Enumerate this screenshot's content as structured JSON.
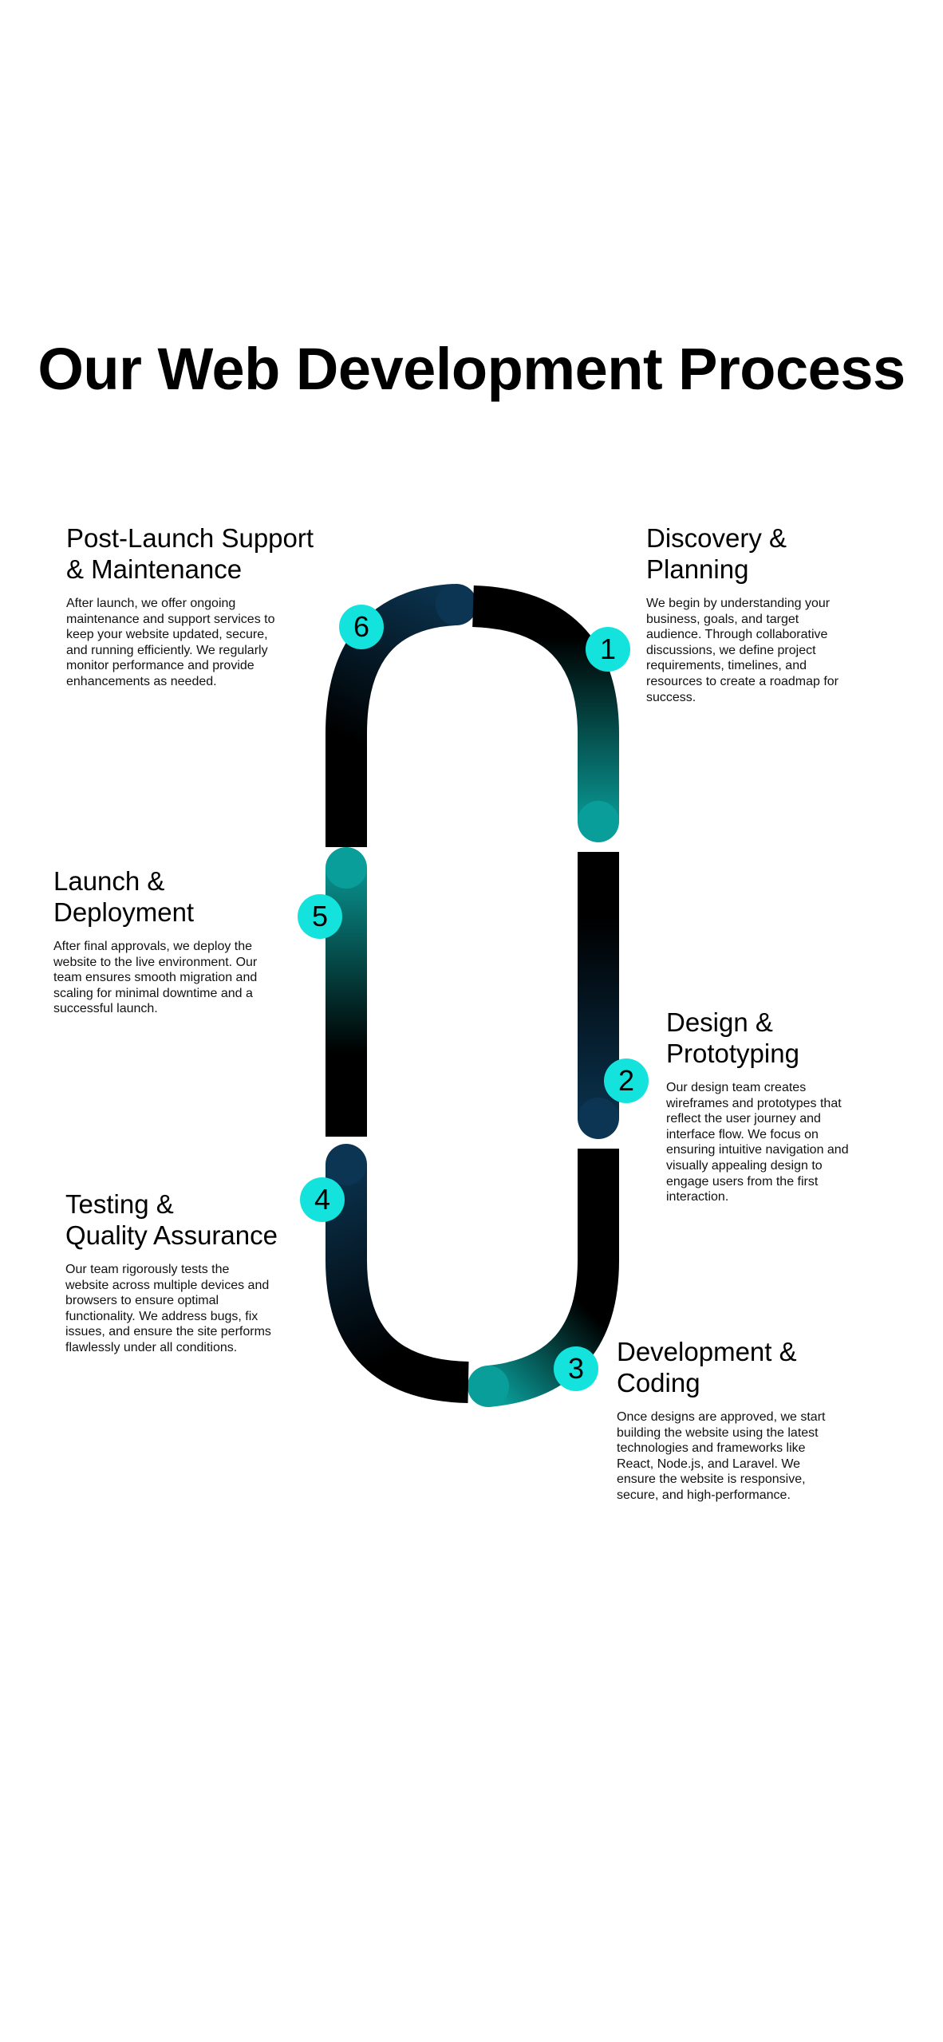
{
  "title": "Our Web Development Process",
  "colors": {
    "badge": "#14e3dd",
    "teal": "#0a9e9a",
    "navy": "#0b3552",
    "dark": "#000000"
  },
  "steps": [
    {
      "number": "1",
      "title": "Discovery &\nPlanning",
      "body": "We begin by understanding your\nbusiness, goals, and target\naudience. Through collaborative\ndiscussions, we define project\nrequirements, timelines, and\nresources to create a roadmap for\nsuccess."
    },
    {
      "number": "2",
      "title": "Design &\nPrototyping",
      "body": "Our design team creates\nwireframes and prototypes that\nreflect the user journey and\ninterface flow. We focus on\nensuring intuitive navigation and\nvisually appealing design to\nengage users from the first\ninteraction."
    },
    {
      "number": "3",
      "title": "Development &\nCoding",
      "body": "Once designs are approved, we start\nbuilding the website using the latest\ntechnologies and frameworks like\nReact, Node.js, and Laravel. We\nensure the website is responsive,\nsecure, and high-performance."
    },
    {
      "number": "4",
      "title": "Testing &\nQuality Assurance",
      "body": "Our team rigorously tests the\nwebsite across multiple devices and\nbrowsers to ensure optimal\nfunctionality. We address bugs, fix\nissues, and ensure the site performs\nflawlessly under all conditions."
    },
    {
      "number": "5",
      "title": "Launch &\nDeployment",
      "body": "After final approvals, we deploy the\nwebsite to the live environment. Our\nteam ensures smooth migration and\nscaling for minimal downtime and a\nsuccessful launch."
    },
    {
      "number": "6",
      "title": "Post-Launch Support\n& Maintenance",
      "body": "After launch, we offer ongoing\nmaintenance and support services to\nkeep your website updated, secure,\nand running efficiently. We regularly\nmonitor performance and provide\nenhancements as needed."
    }
  ]
}
